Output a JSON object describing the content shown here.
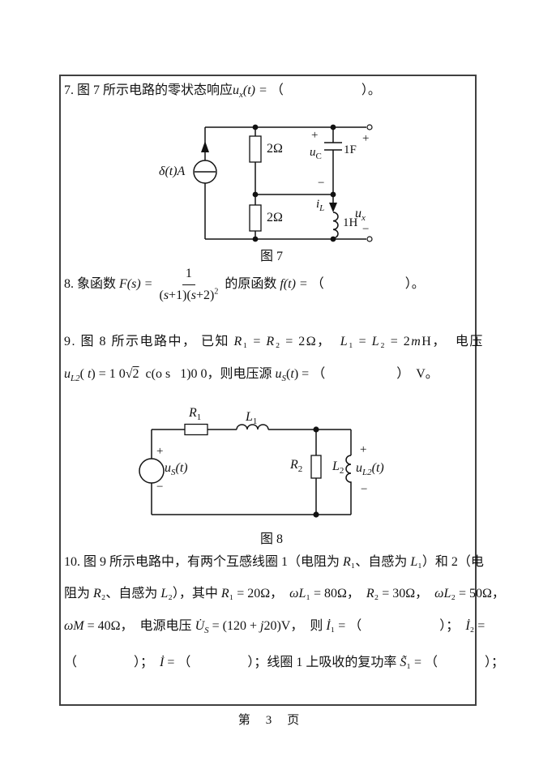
{
  "ink_color": "#121212",
  "q7": {
    "prefix": "7. 图 7 所示电路的零状态响应",
    "u": "u",
    "u_sub": "x",
    "rest": "(t) = ",
    "open": "（",
    "close": "）。"
  },
  "fig7": {
    "caption": "图 7",
    "source_label": "δ(t)A",
    "r_top": "2Ω",
    "r_bottom": "2Ω",
    "cap_plus": "+",
    "cap_u": "u",
    "cap_u_sub": "C",
    "cap_val": "1F",
    "cap_minus": "−",
    "il_i": "i",
    "il_sub": "L",
    "ind_val": "1H",
    "term_plus": "+",
    "ux_u": "u",
    "ux_sub": "x",
    "term_minus": "−"
  },
  "q8": {
    "prefix": "8. 象函数 ",
    "F": "F",
    "Fargs": "(s) = ",
    "num": "1",
    "den1": "(",
    "den_s1": "s",
    "den2": "+1)(",
    "den_s2": "s",
    "den3": "+2)",
    "den_sup": "2",
    "mid": " 的原函数 ",
    "f": "f",
    "fargs": "(t) = ",
    "open": "（",
    "close": "）。"
  },
  "q9": {
    "l1a": "9. 图 8 所示电路中， 已知 ",
    "l1_R1": "R",
    "l1_s1": "₁ = ",
    "l1_R2": "R",
    "l1_s2": "₂ = 2Ω，  ",
    "l1_L1": "L",
    "l1_s3": "₁ = ",
    "l1_L2": "L",
    "l1_s4": "₂ = 2",
    "l1_m": "m",
    "l1_H": "H，  ",
    "l1b": "电压",
    "l2_u": "u",
    "l2_usub": "L2",
    "l2a": "( ",
    "l2t": "t",
    "l2b": ") = 1 0",
    "l2rad": "√",
    "l2rad2": "2",
    "l2c": "  c(o s   1)0 0",
    "l2d": "，则电压源 ",
    "l2_u2": "u",
    "l2_u2sub": "S",
    "l2e": "(",
    "l2t2": "t",
    "l2f": ") = ",
    "open": "（",
    "close": "）",
    "l2g": "  V。"
  },
  "fig8": {
    "caption": "图 8",
    "r1": "R",
    "r1_sub": "1",
    "l1": "L",
    "l1_sub": "1",
    "src_plus": "+",
    "src_u": "u",
    "src_u_sub": "S",
    "src_rest": "(t)",
    "src_minus": "−",
    "r2": "R",
    "r2_sub": "2",
    "l2": "L",
    "l2_sub": "2",
    "ul2_plus": "+",
    "ul2_u": "u",
    "ul2_sub": "L2",
    "ul2_rest": "(t)",
    "ul2_minus": "−"
  },
  "q10": {
    "l1a": "10. 图 9 所示电路中，有两个互感线圈 1（电阻为 ",
    "l1_R": "R",
    "l1_Rsub": "₁",
    "l1b": "、自感为 ",
    "l1_L": "L",
    "l1_Lsub": "₁",
    "l1c": "）和 2（电",
    "l2a": "阻为 ",
    "l2_R": "R",
    "l2_Rsub": "₂",
    "l2b": "、自感为 ",
    "l2_L": "L",
    "l2_Lsub": "₂",
    "l2c": "），其中 ",
    "l2_R1": "R",
    "l2_e1": "₁ = 20Ω，  ",
    "l2_w1": "ωL",
    "l2_e2": "₁ = 80Ω，  ",
    "l2_R2": "R",
    "l2_e3": "₂ = 30Ω，  ",
    "l2_w2": "ωL",
    "l2_e4": "₂ = 50Ω，",
    "l3_w": "ωM",
    "l3_e1": " = 40Ω，  ",
    "l3a": "电源电压 ",
    "l3_U": "U̇",
    "l3_Usub": "S",
    "l3_e2": " = (120 + ",
    "l3_j": "j",
    "l3_e3": "20)V，  ",
    "l3b": "则 ",
    "l3_I1": "İ",
    "l3_e4": "₁ = （",
    "l3_e5": "）；  ",
    "l3_I2": "İ",
    "l3_e6": "₂ =",
    "l4a": "（",
    "l4b": "）；  ",
    "l4_I": "İ",
    "l4_e1": " = （",
    "l4c": "）；线圈 1 上吸收的复功率 ",
    "l4_S": "S̃",
    "l4_e2": "₁ = （",
    "l4d": "）；"
  },
  "footer": "第　3　页"
}
